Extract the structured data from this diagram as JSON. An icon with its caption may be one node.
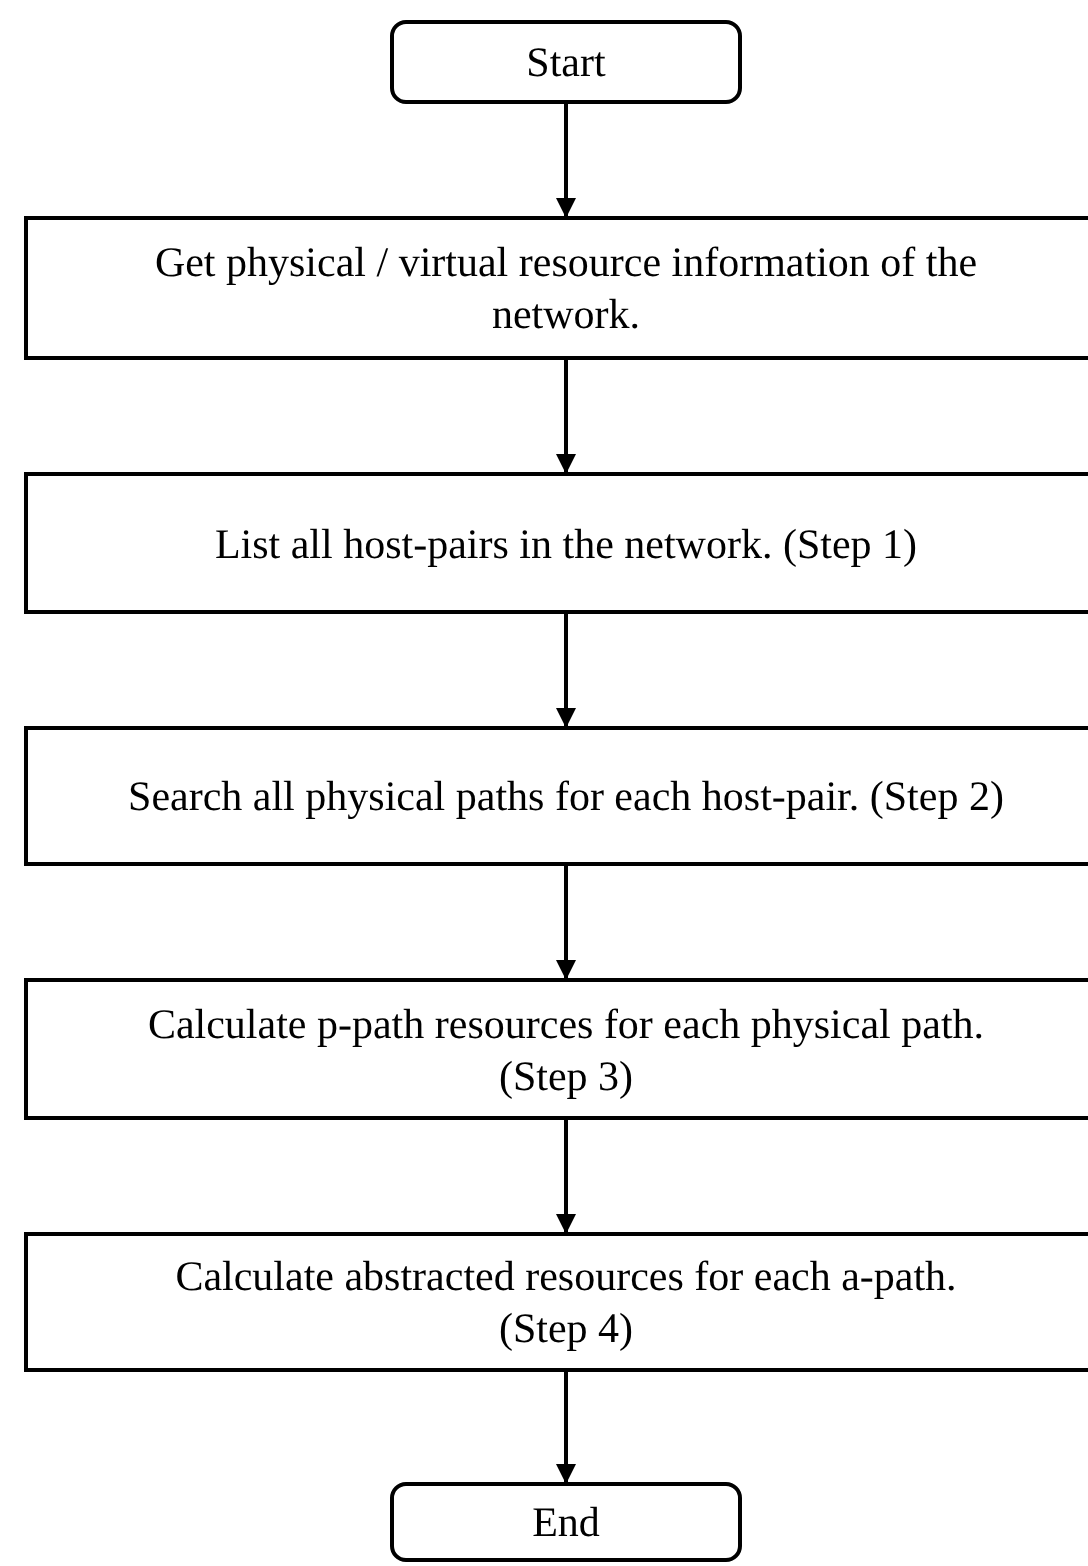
{
  "diagram": {
    "nodes": [
      {
        "text": [
          "Start"
        ]
      },
      {
        "text": [
          "Get physical / virtual resource information of the network."
        ]
      },
      {
        "text": [
          "List all host-pairs in the network. (Step 1)"
        ]
      },
      {
        "text": [
          "Search all physical paths for each host-pair. (Step 2)"
        ]
      },
      {
        "text": [
          "Calculate p-path resources for each physical path. (Step 3)"
        ]
      },
      {
        "text": [
          "Calculate abstracted resources for each a-path. (Step 4)"
        ]
      },
      {
        "text": [
          "End"
        ]
      }
    ],
    "edges": [
      {
        "from": 0,
        "to": 1,
        "arrow": "to"
      },
      {
        "from": 1,
        "to": 2,
        "arrow": "to"
      },
      {
        "from": 2,
        "to": 3,
        "arrow": "to"
      },
      {
        "from": 3,
        "to": 4,
        "arrow": "to"
      },
      {
        "from": 4,
        "to": 5,
        "arrow": "to"
      },
      {
        "from": 5,
        "to": 6,
        "arrow": "to"
      }
    ]
  }
}
